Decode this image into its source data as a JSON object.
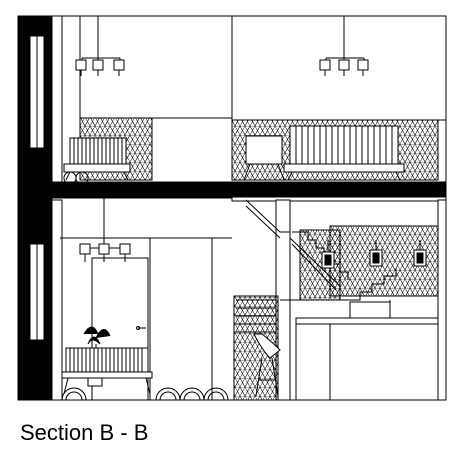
{
  "caption": "Section B - B",
  "colors": {
    "ink": "#000000",
    "paper": "#ffffff"
  },
  "elements": [
    "floor-slab",
    "upper-floor",
    "lower-floor",
    "left-wall",
    "windows",
    "pendant-chandeliers",
    "sofas",
    "armchairs",
    "tv-screen",
    "staircase",
    "wall-sconces",
    "potted-plant",
    "door",
    "kitchen-counter",
    "patterned-wallpaper",
    "bar-stool"
  ]
}
